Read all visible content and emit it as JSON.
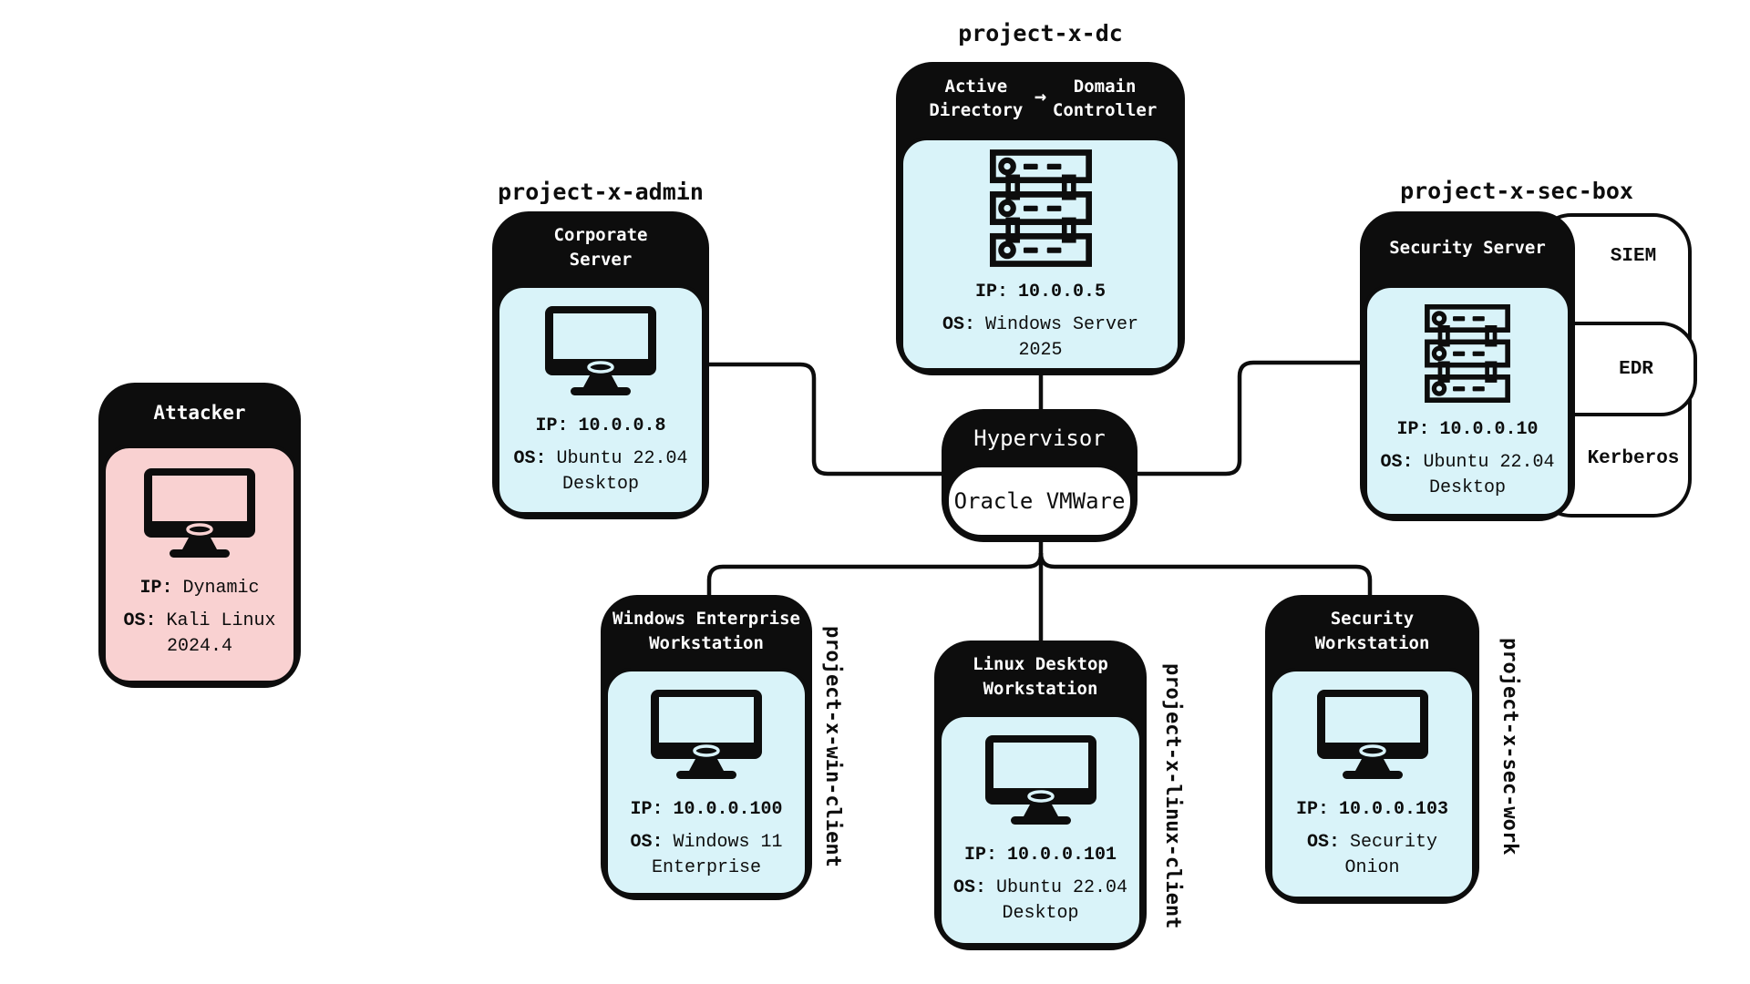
{
  "colors": {
    "node_fill": "#d9f3f9",
    "attacker_fill": "#f9d1d1",
    "ink": "#0d0d0d",
    "background": "#ffffff"
  },
  "hypervisor": {
    "title": "Hypervisor",
    "platform": "Oracle VMWare"
  },
  "nodes": {
    "attacker": {
      "title": "Attacker",
      "ip_label": "IP:",
      "ip": "Dynamic",
      "os_label": "OS:",
      "os": "Kali Linux 2024.4"
    },
    "corporate_server": {
      "hostname": "project-x-admin",
      "title": "Corporate Server",
      "ip_label": "IP:",
      "ip": "10.0.0.8",
      "os_label": "OS:",
      "os": "Ubuntu 22.04 Desktop"
    },
    "domain_controller": {
      "hostname": "project-x-dc",
      "title_left": "Active Directory",
      "title_arrow": "→",
      "title_right": "Domain Controller",
      "ip_label": "IP:",
      "ip": "10.0.0.5",
      "os_label": "OS:",
      "os": "Windows Server 2025"
    },
    "security_server": {
      "hostname": "project-x-sec-box",
      "title": "Security Server",
      "ip_label": "IP:",
      "ip": "10.0.0.10",
      "os_label": "OS:",
      "os": "Ubuntu 22.04 Desktop",
      "tags": [
        "SIEM",
        "EDR",
        "Kerberos"
      ]
    },
    "windows_workstation": {
      "hostname": "project-x-win-client",
      "title": "Windows Enterprise Workstation",
      "ip_label": "IP:",
      "ip": "10.0.0.100",
      "os_label": "OS:",
      "os": "Windows 11 Enterprise"
    },
    "linux_workstation": {
      "hostname": "project-x-linux-client",
      "title": "Linux Desktop Workstation",
      "ip_label": "IP:",
      "ip": "10.0.0.101",
      "os_label": "OS:",
      "os": "Ubuntu 22.04 Desktop"
    },
    "security_workstation": {
      "hostname": "project-x-sec-work",
      "title": "Security Workstation",
      "ip_label": "IP:",
      "ip": "10.0.0.103",
      "os_label": "OS:",
      "os": "Security Onion"
    }
  }
}
